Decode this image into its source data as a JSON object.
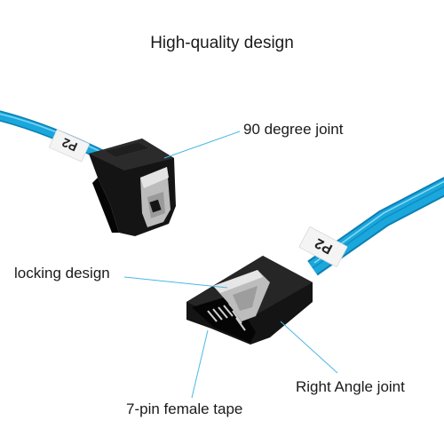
{
  "title": "High-quality design",
  "labels": {
    "joint_90": "90 degree joint",
    "locking": "locking design",
    "right_angle": "Right Angle joint",
    "pin_tape": "7-pin female tape"
  },
  "cable_tags": {
    "upper": "P2",
    "lower": "P2"
  },
  "colors": {
    "cable": "#1aa7dc",
    "cable_dark": "#0b7fb4",
    "connector": "#141414",
    "latch": "#bcbcbc",
    "leader_line": "#4ab8e6",
    "text": "#1a1a1a",
    "background": "#ffffff"
  }
}
